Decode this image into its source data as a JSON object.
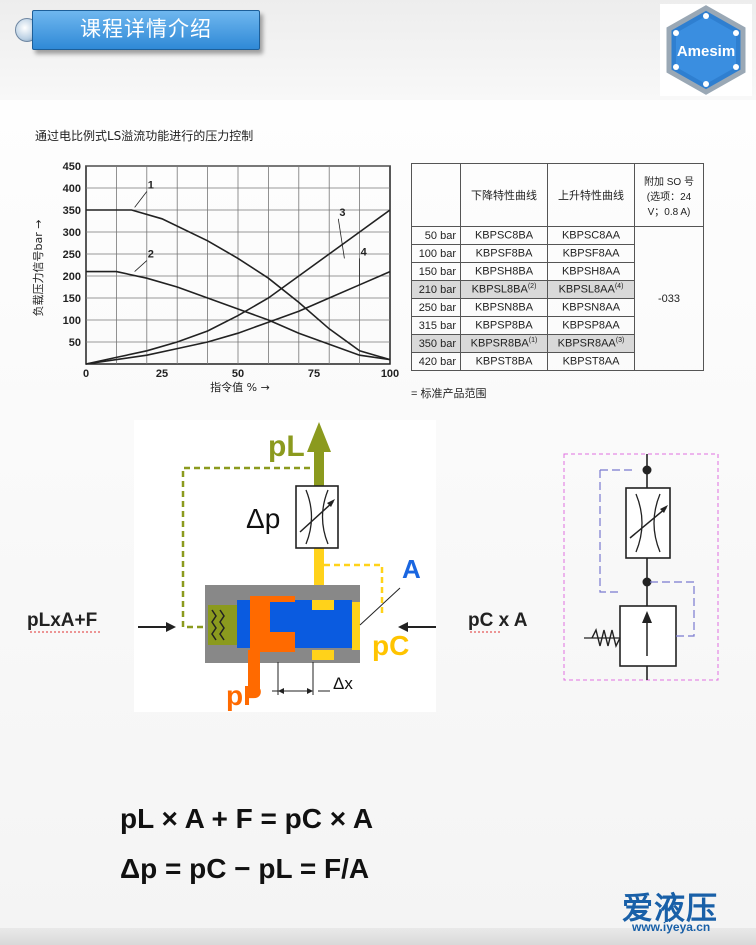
{
  "header": {
    "title": "课程详情介绍",
    "logo_text": "Amesim"
  },
  "chart": {
    "caption": "通过电比例式LS溢流功能进行的压力控制"
  },
  "chart_data": {
    "type": "line",
    "title": "",
    "xlabel": "指令值 % →",
    "ylabel": "负载压力信号bar →",
    "xlim": [
      0,
      100
    ],
    "ylim": [
      0,
      450
    ],
    "x_ticks": [
      "0",
      "25",
      "50",
      "75",
      "100"
    ],
    "y_ticks": [
      "450",
      "400",
      "350",
      "300",
      "250",
      "200",
      "150",
      "100",
      "50"
    ],
    "grid": true,
    "series": [
      {
        "name": "1",
        "x": [
          0,
          15,
          25,
          40,
          50,
          60,
          70,
          80,
          90,
          100
        ],
        "y": [
          350,
          350,
          330,
          280,
          240,
          195,
          140,
          80,
          30,
          10
        ]
      },
      {
        "name": "2",
        "x": [
          0,
          10,
          20,
          30,
          40,
          50,
          60,
          70,
          80,
          90,
          100
        ],
        "y": [
          210,
          210,
          195,
          175,
          150,
          125,
          100,
          70,
          45,
          20,
          10
        ]
      },
      {
        "name": "3",
        "x": [
          0,
          10,
          20,
          30,
          40,
          50,
          60,
          70,
          80,
          90,
          100
        ],
        "y": [
          0,
          15,
          30,
          50,
          75,
          110,
          150,
          200,
          250,
          300,
          350
        ]
      },
      {
        "name": "4",
        "x": [
          0,
          10,
          20,
          30,
          40,
          50,
          60,
          70,
          80,
          90,
          100
        ],
        "y": [
          0,
          10,
          20,
          35,
          50,
          70,
          95,
          120,
          150,
          180,
          210
        ]
      }
    ]
  },
  "table": {
    "header": {
      "col1": "下降特性曲线",
      "col2": "上升特性曲线",
      "col3": "附加 SO 号",
      "col3_note": "(选项：24 V；0.8 A)"
    },
    "merged_value": "-033",
    "rows": [
      {
        "pressure": "50 bar",
        "down": "KBPSC8BA",
        "up": "KBPSC8AA",
        "down_sup": "",
        "up_sup": "",
        "shaded": false
      },
      {
        "pressure": "100 bar",
        "down": "KBPSF8BA",
        "up": "KBPSF8AA",
        "down_sup": "",
        "up_sup": "",
        "shaded": false
      },
      {
        "pressure": "150 bar",
        "down": "KBPSH8BA",
        "up": "KBPSH8AA",
        "down_sup": "",
        "up_sup": "",
        "shaded": false
      },
      {
        "pressure": "210 bar",
        "down": "KBPSL8BA",
        "up": "KBPSL8AA",
        "down_sup": "(2)",
        "up_sup": "(4)",
        "shaded": true
      },
      {
        "pressure": "250 bar",
        "down": "KBPSN8BA",
        "up": "KBPSN8AA",
        "down_sup": "",
        "up_sup": "",
        "shaded": false
      },
      {
        "pressure": "315 bar",
        "down": "KBPSP8BA",
        "up": "KBPSP8AA",
        "down_sup": "",
        "up_sup": "",
        "shaded": false
      },
      {
        "pressure": "350 bar",
        "down": "KBPSR8BA",
        "up": "KBPSR8AA",
        "down_sup": "(1)",
        "up_sup": "(3)",
        "shaded": true
      },
      {
        "pressure": "420 bar",
        "down": "KBPST8BA",
        "up": "KBPST8AA",
        "down_sup": "",
        "up_sup": "",
        "shaded": false
      }
    ],
    "note": "= 标准产品范围"
  },
  "diagram": {
    "left_force": "pLxA+F",
    "right_force": "pC x A",
    "pL_label": "pL",
    "pP_label": "pP",
    "pC_label": "pC",
    "A_label": "A",
    "dp_label": "Δp",
    "dx_label": "Δx"
  },
  "equations": {
    "eq1": "pL × A + F = pC × A",
    "eq2": "Δp = pC − pL = F/A"
  },
  "watermark": {
    "text": "爱液压",
    "url": "www.iyeya.cn"
  },
  "colors": {
    "accent_blue": "#2f89d6",
    "olive": "#8b9a1e",
    "yellow": "#ffd21a",
    "orange": "#ff6a00",
    "spool_blue": "#0a5be0",
    "magenta": "#e070e0"
  }
}
